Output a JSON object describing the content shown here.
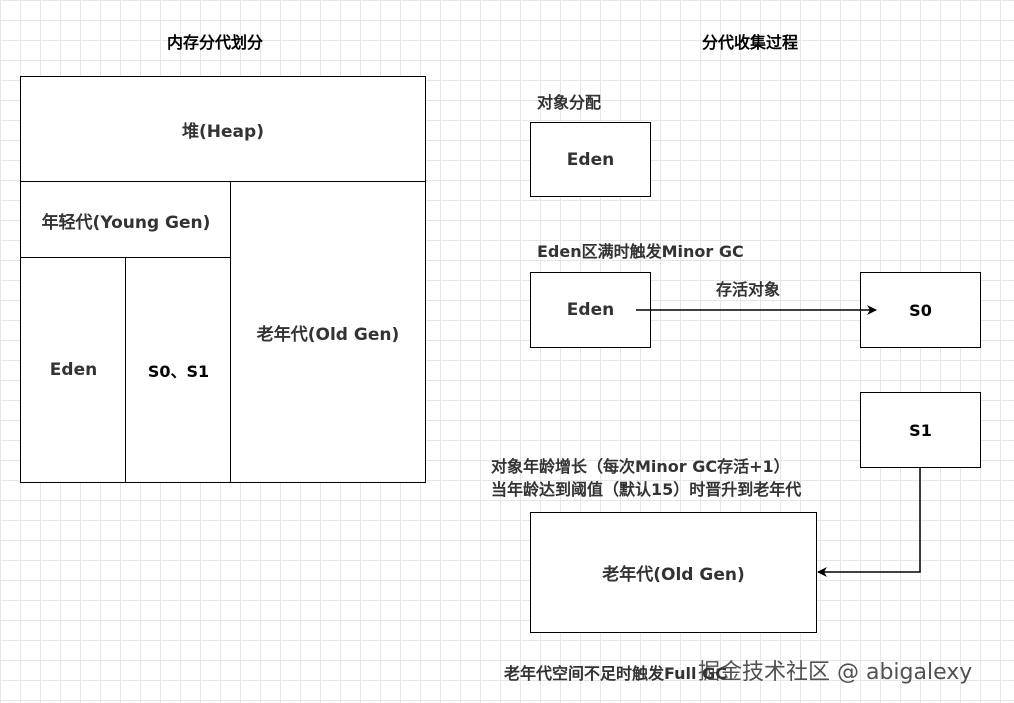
{
  "left_panel": {
    "title": "内存分代划分",
    "heap_label": "堆(Heap)",
    "young_gen_label": "年轻代(Young Gen)",
    "eden_label": "Eden",
    "survivor_label": "S0、S1",
    "old_gen_label": "老年代(Old Gen)"
  },
  "right_panel": {
    "title": "分代收集过程",
    "step1_caption": "对象分配",
    "step1_eden_label": "Eden",
    "step2_caption": "Eden区满时触发Minor GC",
    "step2_eden_label": "Eden",
    "arrow_label": "存活对象",
    "s0_label": "S0",
    "s1_label": "S1",
    "age_caption_line1": "对象年龄增长（每次Minor GC存活+1）",
    "age_caption_line2": "当年龄达到阈值（默认15）时晋升到老年代",
    "old_gen_label": "老年代(Old Gen)",
    "bottom_caption": "老年代空间不足时触发Full GC"
  },
  "watermark": "掘金技术社区 @ abigalexy"
}
